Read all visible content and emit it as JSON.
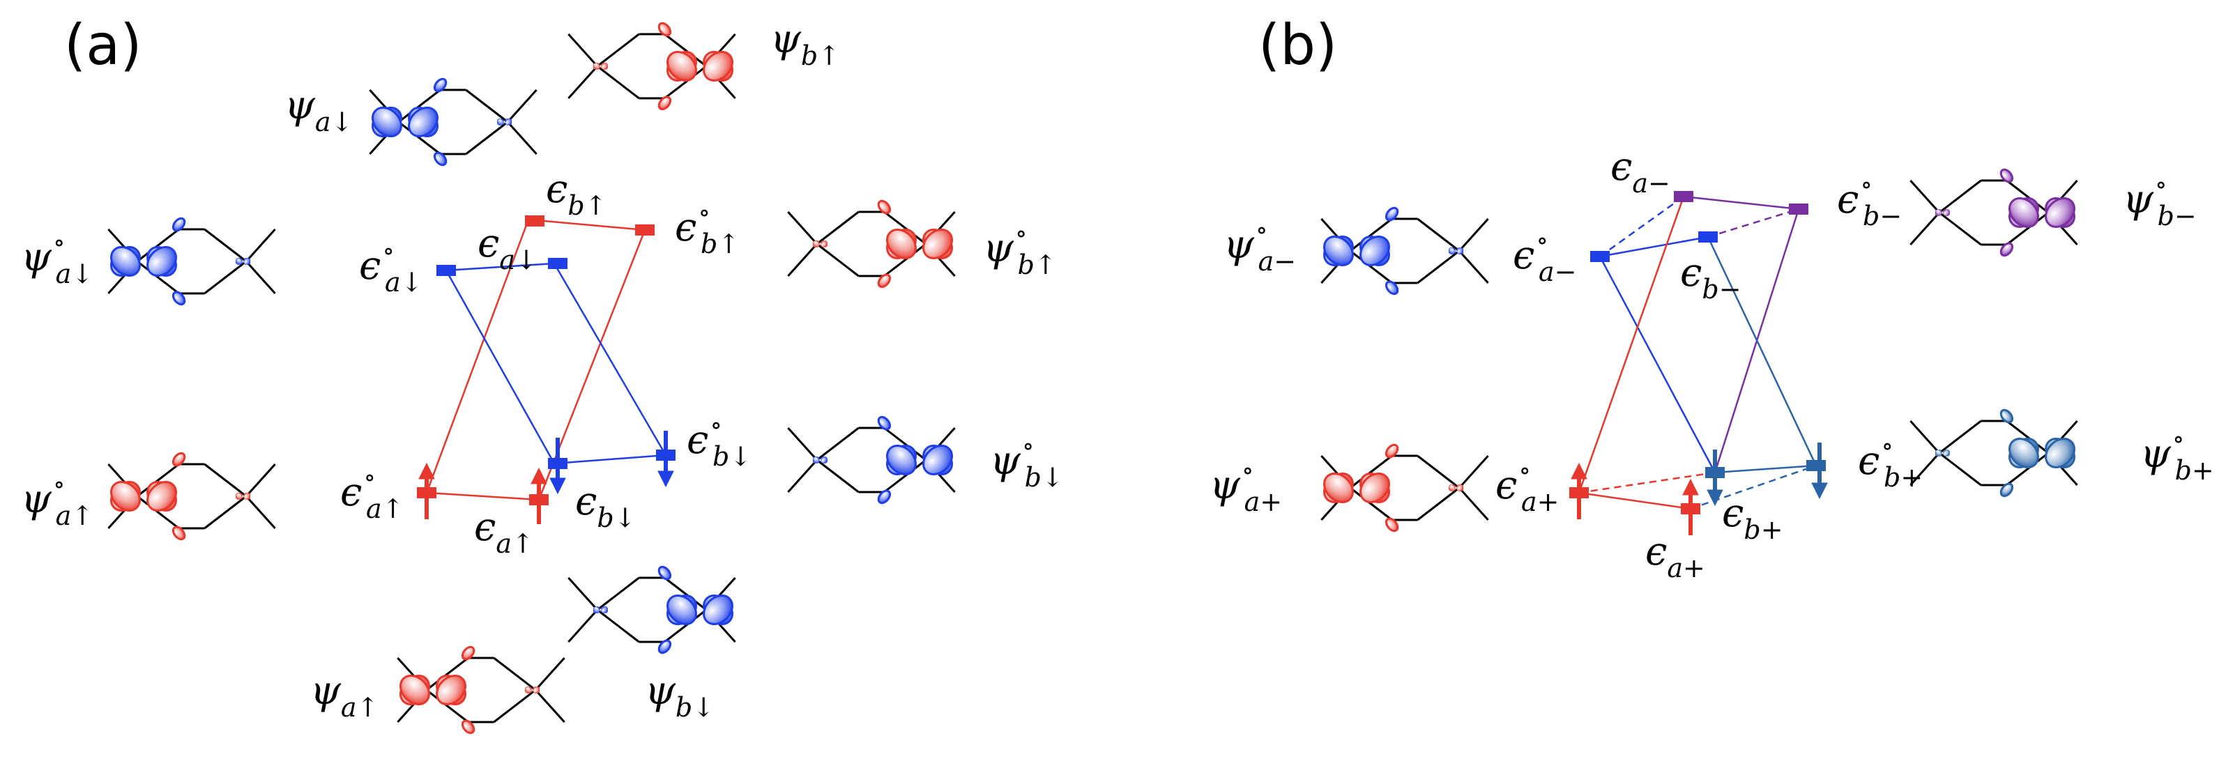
{
  "panel_a": {
    "label": "(a)",
    "labels": {
      "psi_a_down_top": {
        "main": "ψ",
        "sub": "a↓",
        "sup": ""
      },
      "psi_b_up_top": {
        "main": "ψ",
        "sub": "b↑",
        "sup": ""
      },
      "psi0_a_down": {
        "main": "ψ",
        "sub": "a↓",
        "sup": "∘"
      },
      "psi0_b_up": {
        "main": "ψ",
        "sub": "b↑",
        "sup": "∘"
      },
      "psi0_a_up": {
        "main": "ψ",
        "sub": "a↑",
        "sup": "∘"
      },
      "psi0_b_down": {
        "main": "ψ",
        "sub": "b↓",
        "sup": "∘"
      },
      "psi_a_up_bottom": {
        "main": "ψ",
        "sub": "a↑",
        "sup": ""
      },
      "psi_b_down_bottom": {
        "main": "ψ",
        "sub": "b↓",
        "sup": ""
      },
      "eps_b_up": {
        "main": "ϵ",
        "sub": "b↑",
        "sup": ""
      },
      "eps0_b_up": {
        "main": "ϵ",
        "sub": "b↑",
        "sup": "∘"
      },
      "eps_a_down": {
        "main": "ϵ",
        "sub": "a↓",
        "sup": ""
      },
      "eps0_a_down": {
        "main": "ϵ",
        "sub": "a↓",
        "sup": "∘"
      },
      "eps0_b_down": {
        "main": "ϵ",
        "sub": "b↓",
        "sup": "∘"
      },
      "eps0_a_up": {
        "main": "ϵ",
        "sub": "a↑",
        "sup": "∘"
      },
      "eps_a_up": {
        "main": "ϵ",
        "sub": "a↑",
        "sup": ""
      },
      "eps_b_down": {
        "main": "ϵ",
        "sub": "b↓",
        "sup": ""
      }
    }
  },
  "panel_b": {
    "label": "(b)",
    "labels": {
      "psi0_a_minus": {
        "main": "ψ",
        "sub": "a−",
        "sup": "∘"
      },
      "eps0_a_minus": {
        "main": "ϵ",
        "sub": "a−",
        "sup": "∘"
      },
      "eps_a_minus": {
        "main": "ϵ",
        "sub": "a−",
        "sup": ""
      },
      "eps_b_minus": {
        "main": "ϵ",
        "sub": "b−",
        "sup": ""
      },
      "eps0_b_minus": {
        "main": "ϵ",
        "sub": "b−",
        "sup": "∘"
      },
      "psi0_b_minus": {
        "main": "ψ",
        "sub": "b−",
        "sup": "∘"
      },
      "psi0_a_plus": {
        "main": "ψ",
        "sub": "a+",
        "sup": "∘"
      },
      "eps0_a_plus": {
        "main": "ϵ",
        "sub": "a+",
        "sup": "∘"
      },
      "eps_b_plus": {
        "main": "ϵ",
        "sub": "b+",
        "sup": ""
      },
      "eps0_b_plus": {
        "main": "ϵ",
        "sub": "b+",
        "sup": "∘"
      },
      "psi0_b_plus": {
        "main": "ψ",
        "sub": "b+",
        "sup": "∘"
      },
      "eps_a_plus": {
        "main": "ϵ",
        "sub": "a+",
        "sup": ""
      }
    }
  },
  "colors": {
    "spin_up": "#e8372c",
    "spin_down": "#1f3fe6",
    "plus": "#e8372c",
    "minus_blue": "#1f3fe6",
    "minus_purple": "#7a2fa0",
    "plus_b": "#2a63a6",
    "text": "#000000"
  }
}
